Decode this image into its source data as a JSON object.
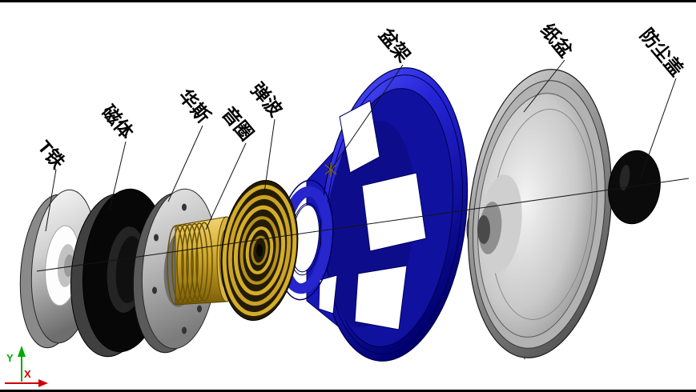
{
  "diagram": {
    "type": "exploded-view-speaker-assembly",
    "labels": [
      "T铁",
      "磁体",
      "华斯",
      "音圈",
      "弹波",
      "盆架",
      "纸盆",
      "防尘盖"
    ],
    "axis_indicator": {
      "y_label": "Y",
      "x_label": "X"
    },
    "colors": {
      "background": "#ffffff",
      "frame_border": "#000000",
      "label_text": "#000000",
      "axis_line": "#141414",
      "leader_line": "#141414",
      "basket_blue": "#2525d8",
      "basket_dark_blue": "#000070",
      "voice_coil_gold": "#c9a227",
      "spider_gold": "#d4ad2a",
      "cone_gray": "#b2b2b2",
      "magnet_black": "#070707",
      "t_iron_silver": "#cfcfcf",
      "washer_gray": "#b8b8b8",
      "dust_cap": "#0b0b0b",
      "ucs_y_green": "#00aa00",
      "ucs_x_red": "#cc0000",
      "point_marker": "#7a6400"
    }
  }
}
